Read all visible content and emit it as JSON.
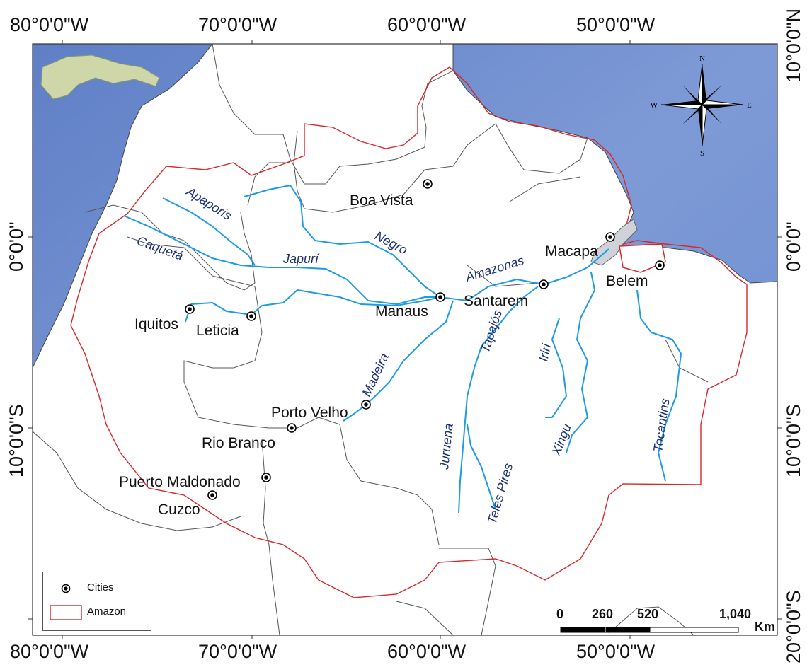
{
  "coordinates": {
    "top": [
      "80°0'0\"W",
      "70°0'0\"W",
      "60°0'0\"W",
      "50°0'0\"W"
    ],
    "bottom": [
      "80°0'0\"W",
      "70°0'0\"W",
      "60°0'0\"W",
      "50°0'0\"W"
    ],
    "left": [
      "0°0'0\"",
      "10°0'0\"S"
    ],
    "right": [
      "10°0'0\"N",
      "0°0'0\"",
      "10°0'0\"S",
      "20°0'0\"S"
    ]
  },
  "cities": [
    "Boa Vista",
    "Macapa",
    "Belem",
    "Santarem",
    "Manaus",
    "Iquitos",
    "Leticia",
    "Porto Velho",
    "Rio Branco",
    "Puerto Maldonado",
    "Cuzco"
  ],
  "rivers": [
    "Apaporis",
    "Caquetá",
    "Japurí",
    "Negro",
    "Amazonas",
    "Tapajós",
    "Iriri",
    "Madeira",
    "Juruena",
    "Teles Pires",
    "Xingu",
    "Tocantins"
  ],
  "compass": {
    "n": "N",
    "s": "S",
    "e": "E",
    "w": "W"
  },
  "legend": {
    "cities": "Cities",
    "amazon": "Amazon"
  },
  "scale_bar": {
    "ticks": [
      "0",
      "260",
      "520",
      "1,040"
    ],
    "unit": "Km"
  },
  "colors": {
    "ocean": "#6f8fd0",
    "land": "#ffffff",
    "amazon_border": "#d8282a",
    "river": "#1e9be6",
    "river_label": "#1c2f7a",
    "country_border": "#555555"
  }
}
